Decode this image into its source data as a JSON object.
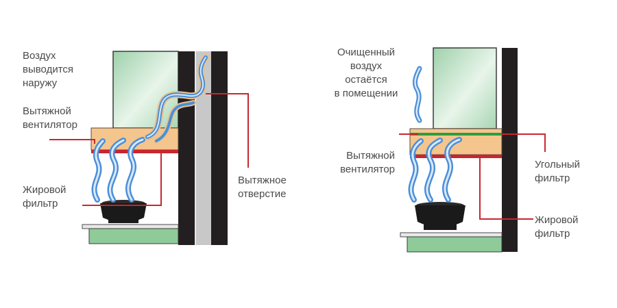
{
  "left_diagram": {
    "labels": {
      "air_out": [
        "Воздух",
        "выводится",
        "наружу"
      ],
      "fan": [
        "Вытяжной",
        "вентилятор"
      ],
      "grease_filter": [
        "Жировой",
        "фильтр"
      ],
      "exhaust_opening": [
        "Вытяжное",
        "отверстие"
      ]
    }
  },
  "right_diagram": {
    "labels": {
      "clean_air": [
        "Очищенный",
        "воздух",
        "остаётся",
        "в помещении"
      ],
      "fan": [
        "Вытяжной",
        "вентилятор"
      ],
      "carbon_filter": [
        "Угольный",
        "фильтр"
      ],
      "grease_filter": [
        "Жировой",
        "фильтр"
      ]
    }
  },
  "colors": {
    "hood_body": "#f5c58e",
    "wall": "#231f20",
    "duct_gray": "#c8c8c8",
    "cabinet_green": "#b7dcc0",
    "counter_green": "#8fcb98",
    "steam_blue": "#4a8fd8",
    "leader_red": "#c8262e",
    "grease_filter_red": "#c8262e",
    "carbon_filter_green": "#2e9d3e",
    "pot": "#1a1a1a"
  }
}
